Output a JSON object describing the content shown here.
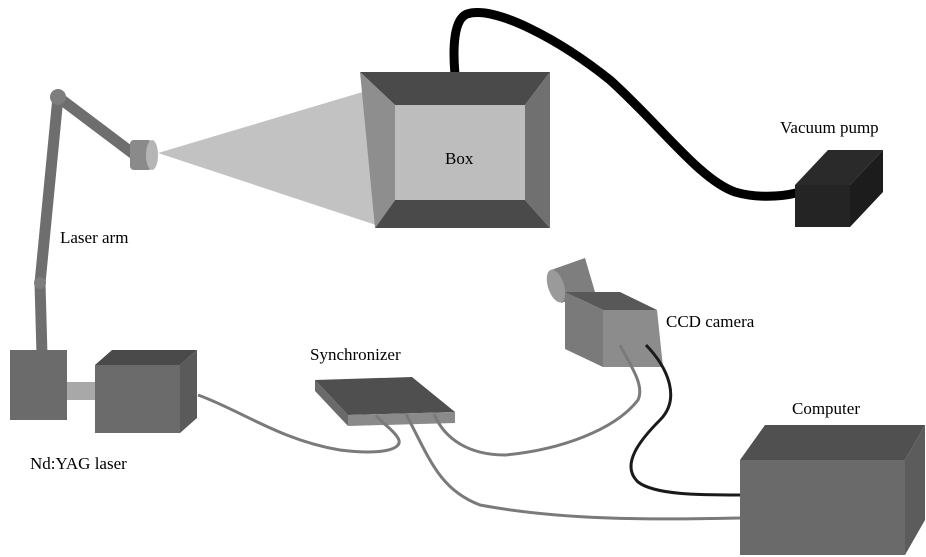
{
  "labels": {
    "box": "Box",
    "vacuum_pump": "Vacuum pump",
    "laser_arm": "Laser arm",
    "ccd_camera": "CCD camera",
    "synchronizer": "Synchronizer",
    "computer": "Computer",
    "laser": "Nd:YAG laser"
  },
  "colors": {
    "background": "#ffffff",
    "box_frame_top": "#4a4a4a",
    "box_frame_side": "#6e6e6e",
    "box_window": "#bdbdbd",
    "beam": "#c2c2c2",
    "vacuum_pump": "#1f1f1f",
    "vacuum_hose": "#000000",
    "device_front": "#8a8a8a",
    "device_top": "#5a5a5a",
    "device_side": "#6b6b6b",
    "cable_grey": "#7a7a7a",
    "cable_dark": "#1a1a1a"
  }
}
